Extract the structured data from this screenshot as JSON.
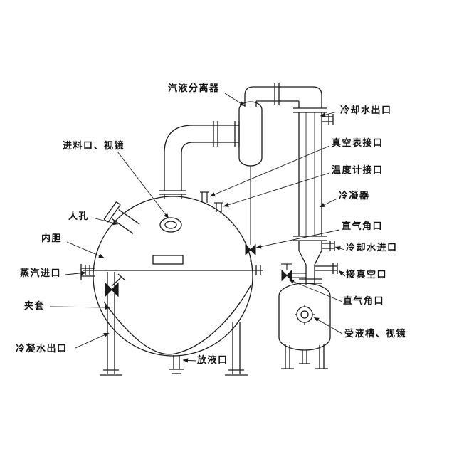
{
  "diagram": {
    "type": "equipment-schematic",
    "subject": "spherical vacuum concentrator with condenser and receiver",
    "colors": {
      "line": "#1a1a1a",
      "background": "#ffffff"
    },
    "labels": {
      "separator": "汽液分离器",
      "cooling_water_outlet": "冷却水出口",
      "feed_inlet_sight_glass": "进料口、视镜",
      "vacuum_gauge_port": "真空表接口",
      "thermometer_port": "温度计接口",
      "condenser": "冷凝器",
      "manhole": "人孔",
      "angle_valve_upper": "直气角口",
      "inner_liner": "内胆",
      "cooling_water_inlet": "冷却水进口",
      "steam_inlet": "蒸汽进口",
      "vacuum_port": "接真空口",
      "jacket": "夹套",
      "angle_valve_lower": "直气角口",
      "condensate_outlet": "冷凝水出口",
      "drain_port": "放液口",
      "receiver_sight_glass": "受液槽、视镜"
    }
  }
}
